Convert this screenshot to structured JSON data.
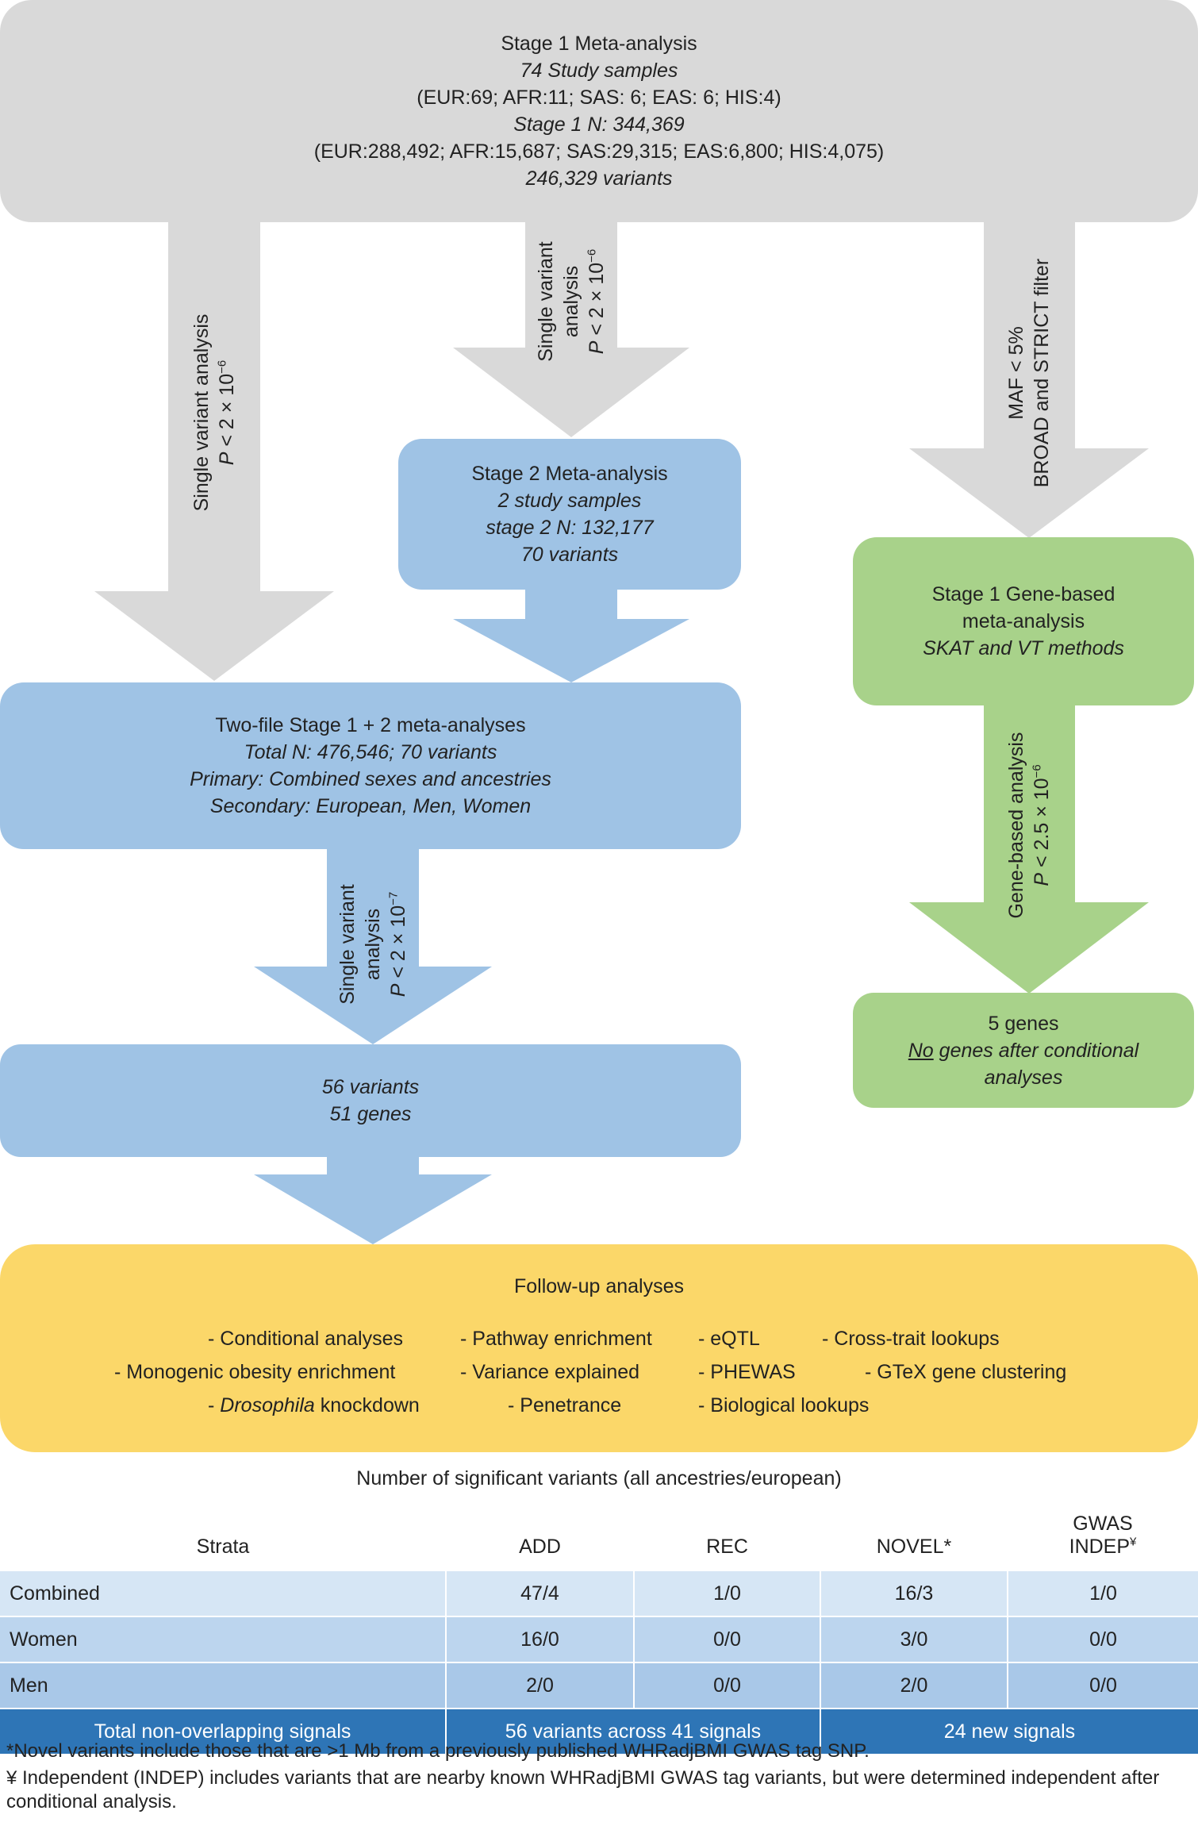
{
  "stage1": {
    "title": "Stage 1 Meta-analysis",
    "samples": "74 Study samples",
    "samples_breakdown": "(EUR:69; AFR:11; SAS: 6; EAS: 6; HIS:4)",
    "n": "Stage 1 N: 344,369",
    "n_breakdown": "(EUR:288,492; AFR:15,687; SAS:29,315; EAS:6,800; HIS:4,075)",
    "variants": "246,329 variants"
  },
  "arrow_left": {
    "line1": "Single variant analysis",
    "p": "P",
    "p_rest": " < 2 × 10",
    "p_exp": "−6"
  },
  "arrow_mid": {
    "line1": "Single variant",
    "line2": "analysis",
    "p": "P",
    "p_rest": " < 2 × 10",
    "p_exp": "−6"
  },
  "arrow_right": {
    "line1": "MAF < 5%",
    "line2": "BROAD and STRICT filter"
  },
  "stage2": {
    "title": "Stage 2 Meta-analysis",
    "samples": "2 study samples",
    "n": "stage 2 N: 132,177",
    "variants": "70 variants"
  },
  "gene_based": {
    "title1": "Stage 1 Gene-based",
    "title2": "meta-analysis",
    "methods": "SKAT and VT methods"
  },
  "arrow_gene": {
    "line1": "Gene-based analysis",
    "p": "P",
    "p_rest": " < 2.5 × 10",
    "p_exp": "−6"
  },
  "two_file": {
    "title": "Two-file Stage 1 + 2 meta-analyses",
    "total": "Total N: 476,546; 70 variants",
    "primary": "Primary: Combined sexes and ancestries",
    "secondary": "Secondary: European, Men, Women"
  },
  "arrow_bottom": {
    "line1": "Single variant",
    "line2": "analysis",
    "p": "P",
    "p_rest": " < 2 × 10",
    "p_exp": "−7"
  },
  "genes5": {
    "title": "5 genes",
    "no": "No",
    "rest": " genes after conditional",
    "rest2": "analyses"
  },
  "result": {
    "variants": "56 variants",
    "genes": "51 genes"
  },
  "followup": {
    "title": "Follow-up analyses",
    "items": [
      "- Conditional analyses",
      "- Pathway enrichment",
      "- eQTL",
      "- Cross-trait lookups",
      "- Monogenic obesity enrichment",
      "- Variance explained",
      "- PHEWAS",
      "- GTeX gene clustering",
      "Drosophila",
      " knockdown",
      "- Penetrance",
      "- Biological lookups"
    ],
    "dash": "- "
  },
  "table": {
    "title": "Number of significant variants (all ancestries/european)",
    "headers": [
      "Strata",
      "ADD",
      "REC",
      "NOVEL*",
      "GWAS",
      "INDEP",
      "¥"
    ],
    "rows": [
      [
        "Combined",
        "47/4",
        "1/0",
        "16/3",
        "1/0"
      ],
      [
        "Women",
        "16/0",
        "0/0",
        "3/0",
        "0/0"
      ],
      [
        "Men",
        "2/0",
        "0/0",
        "2/0",
        "0/0"
      ]
    ],
    "total": [
      "Total non-overlapping signals",
      "56 variants across 41 signals",
      "24 new signals"
    ]
  },
  "footnotes": [
    "*Novel variants include those that are >1 Mb from a previously published WHRadjBMI GWAS tag SNP.",
    "¥ Independent (INDEP) includes variants that are nearby known WHRadjBMI GWAS tag variants, but were determined independent after conditional analysis."
  ],
  "colors": {
    "gray": "#d9d9d9",
    "blue": "#9fc3e5",
    "green": "#a8d28a",
    "yellow": "#fbd769",
    "table_total": "#2e75b6"
  }
}
